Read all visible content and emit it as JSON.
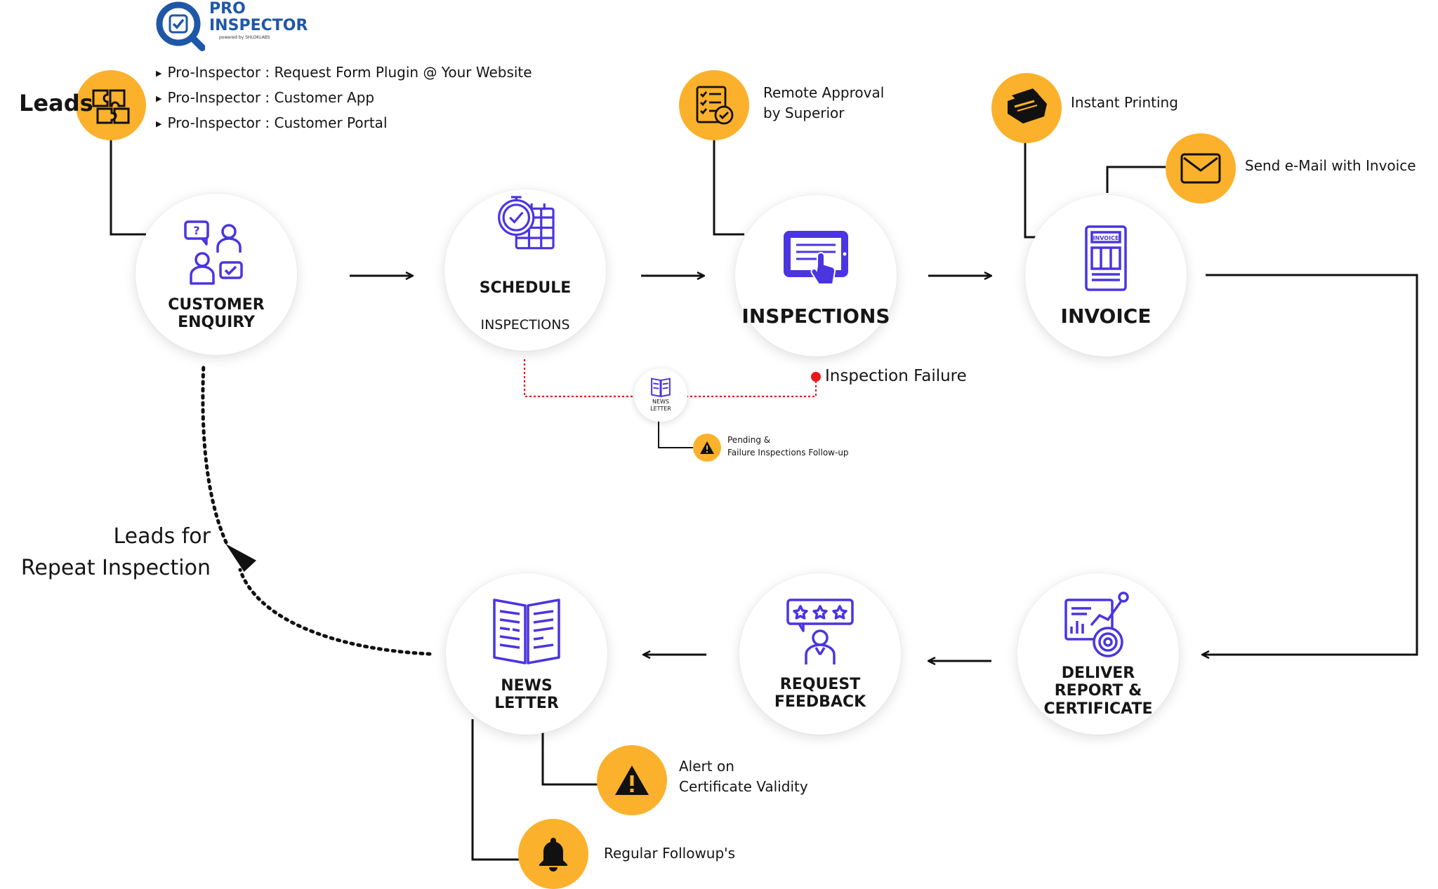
{
  "logo": {
    "line1": "PRO",
    "line2": "INSPECTOR",
    "tagline": "powered by SHLOKLABS"
  },
  "leads": {
    "label": "Leads",
    "items": [
      "Pro-Inspector : Request Form Plugin @ Your Website",
      "Pro-Inspector : Customer App",
      "Pro-Inspector : Customer Portal"
    ]
  },
  "steps": {
    "customer_enquiry": "CUSTOMER\nENQUIRY",
    "schedule": {
      "line1": "SCHEDULE",
      "line2": "INSPECTIONS"
    },
    "inspections": "INSPECTIONS",
    "invoice": "INVOICE",
    "deliver": "DELIVER\nREPORT &\nCERTIFICATE",
    "feedback": "REQUEST\nFEEDBACK",
    "newsletter": "NEWS\nLETTER"
  },
  "side_notes": {
    "remote_approval": "Remote Approval\nby Superior",
    "instant_printing": "Instant Printing",
    "send_email": "Send e-Mail with Invoice",
    "inspection_failure": "Inspection Failure",
    "mini_newsletter": "NEWS\nLETTER",
    "pending_followup": "Pending &\nFailure Inspections Follow-up",
    "alert_validity": "Alert on\nCertificate Validity",
    "regular_followups": "Regular Followup's",
    "repeat_leads": "Leads for\nRepeat Inspection"
  },
  "colors": {
    "accent": "#fbb12b",
    "icon": "#4a35e0",
    "failure": "#e8191c",
    "line": "#111111",
    "logo": "#1f57a8"
  },
  "icons": {
    "leads": "puzzle-icon",
    "customer_enquiry": "people-chat-icon",
    "schedule": "stopwatch-calendar-icon",
    "inspections": "tablet-touch-icon",
    "invoice": "invoice-document-icon",
    "deliver": "report-chart-icon",
    "feedback": "star-rating-icon",
    "newsletter": "newspaper-icon",
    "remote_approval": "checklist-icon",
    "instant_printing": "printer-icon",
    "send_email": "envelope-icon",
    "pending_followup": "warning-icon",
    "alert_validity": "warning-icon",
    "regular_followups": "bell-icon"
  }
}
